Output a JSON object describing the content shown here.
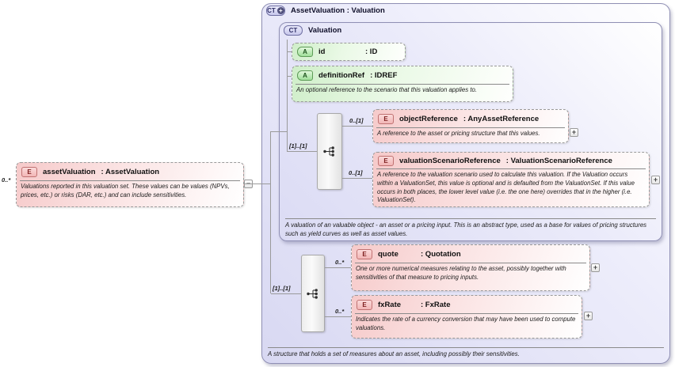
{
  "asset_el": {
    "badge": "E",
    "cardinality": "0..*",
    "name": "assetValuation",
    "type": ": AssetValuation",
    "annotation": "Valuations reported in this valuation set. These values can be values (NPVs, prices, etc.) or risks (DAR, etc.) and can include sensitivities.",
    "collapse_glyph": "−"
  },
  "outer": {
    "badge": "CT",
    "expand_glyph": "+",
    "title": "AssetValuation : Valuation",
    "annotation": "A structure that holds a set of measures about an asset, including possibly their sensitivities.",
    "extension_sequence_cardinality": "[1]..[1]",
    "quote": {
      "badge": "E",
      "cardinality": "0..*",
      "name": "quote",
      "type": ": Quotation",
      "annotation": "One or more numerical measures relating to the asset, possibly together with sensitivities of that measure to pricing inputs.",
      "expand_glyph": "+"
    },
    "fx_rate": {
      "badge": "E",
      "cardinality": "0..*",
      "name": "fxRate",
      "type": ": FxRate",
      "annotation": "Indicates the rate of a currency conversion that may have been used to compute valuations.",
      "expand_glyph": "+"
    },
    "valuation": {
      "badge": "CT",
      "title": "Valuation",
      "annotation": "A valuation of an valuable object - an asset or a pricing input. This is an abstract type, used as a base for values of pricing structures such as yield curves as well as asset values.",
      "sequence_cardinality": "[1]..[1]",
      "attr_id": {
        "badge": "A",
        "name": "id",
        "type": ": ID"
      },
      "attr_definition_ref": {
        "badge": "A",
        "name": "definitionRef",
        "type": ": IDREF",
        "annotation": "An optional reference to the scenario that this valuation applies to."
      },
      "object_reference": {
        "badge": "E",
        "cardinality": "0..[1]",
        "name": "objectReference",
        "type": ": AnyAssetReference",
        "annotation": "A reference to the asset or pricing structure that this values.",
        "expand_glyph": "+"
      },
      "valuation_scenario_reference": {
        "badge": "E",
        "cardinality": "0..[1]",
        "name": "valuationScenarioReference",
        "type": ": ValuationScenarioReference",
        "annotation": "A reference to the valuation scenario used to calculate this valuation. If the Valuation occurs within a ValuationSet, this value is optional and is defaulted from the ValuationSet. If this value occurs in both places, the lower level value (i.e. the one here) overrides that in the higher (i.e. ValuationSet).",
        "expand_glyph": "+"
      }
    }
  }
}
